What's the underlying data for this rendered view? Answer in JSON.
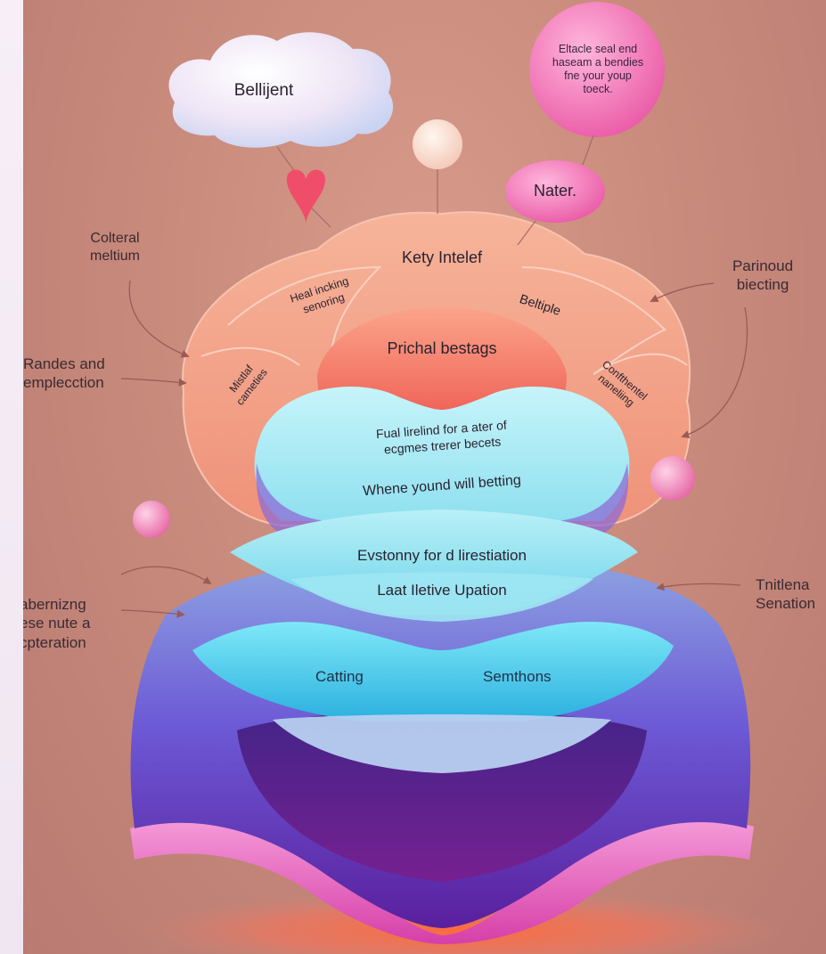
{
  "colors": {
    "background": "#c98b7c",
    "cloud": "#f1e6f6",
    "pink_bubble": "#f06fb2",
    "heart": "#ef4d6a",
    "salmon_layer": "#f3a287",
    "core_red": "#f07662",
    "cyan_layer": "#8fe6f3",
    "violet_base": "#7a3ec9",
    "magenta_rim": "#f06ec6"
  },
  "icons": [
    "heart-icon",
    "cloud-bubble",
    "speech-bubble",
    "pink-sphere",
    "peach-sphere"
  ],
  "bubbles": {
    "cloud": "Bellijent",
    "speech_top": "Eltacle seal end\nhaseam a bendies\nfne your youp\ntoeck.",
    "nater": "Nater."
  },
  "dome": {
    "top": "Kety Intelef",
    "petal_left": "Heal incking\nsenoring",
    "petal_right": "Beltiple",
    "petal_far_left": "Mistlaf\ncameties",
    "petal_far_right": "Confthentel\nnaneliing",
    "core": "Prichal bestags"
  },
  "heart_layer": {
    "line1": "Fual lirelind for a ater of\necgmes trerer becets",
    "line2": "Whene yound will betting"
  },
  "cyan_layer": {
    "line1": "Evstonny for d lirestiation",
    "line2": "Laat Iletive Upation"
  },
  "lips_layer": {
    "left": "Catting",
    "right": "Semthons"
  },
  "side_labels": {
    "top_left": "Colteral\nmeltium",
    "mid_left": "Randes and\nemplecction",
    "bottom_left": "аbernizng\nese nute a\ncpteration",
    "top_right": "Parinoud\nbiecting",
    "bottom_right": "Tnitlena\nSenation"
  }
}
